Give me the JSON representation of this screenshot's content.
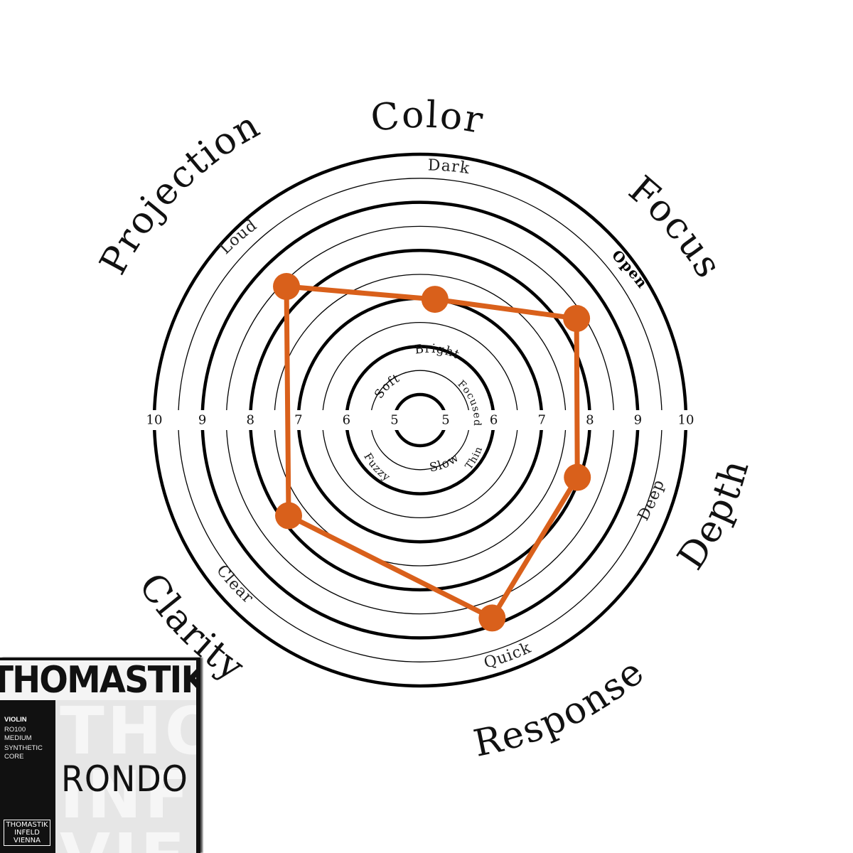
{
  "chart_data": {
    "type": "radar",
    "title": "",
    "center": [
      591,
      591
    ],
    "scale": {
      "min": 5,
      "max": 10,
      "radius_at_min": 36,
      "radius_at_max": 374
    },
    "rings": [
      5,
      5.5,
      6,
      6.5,
      7,
      7.5,
      8,
      8.5,
      9,
      9.5,
      10
    ],
    "tick_labels_left": [
      "10",
      "9",
      "8",
      "7",
      "6",
      "5"
    ],
    "tick_labels_right": [
      "5",
      "6",
      "7",
      "8",
      "9",
      "10"
    ],
    "axes": [
      {
        "name": "Color",
        "angle_deg": -83,
        "outer_pole": "Dark",
        "inner_pole": "Bright",
        "value": 7.0
      },
      {
        "name": "Focus",
        "angle_deg": -33,
        "outer_pole": "Open",
        "inner_pole": "Focused",
        "value": 8.35
      },
      {
        "name": "Depth",
        "angle_deg": 20,
        "outer_pole": "Deep",
        "inner_pole": "Thin",
        "value": 7.95
      },
      {
        "name": "Response",
        "angle_deg": 70,
        "outer_pole": "Quick",
        "inner_pole": "Slow",
        "value": 8.85
      },
      {
        "name": "Clarity",
        "angle_deg": 144,
        "outer_pole": "Clear",
        "inner_pole": "Fuzzy",
        "value": 7.85
      },
      {
        "name": "Projection",
        "angle_deg": -135,
        "outer_pole": "Loud",
        "inner_pole": "Soft",
        "value": 8.4
      }
    ],
    "series": [
      {
        "name": "Rondo",
        "color": "#d9601b",
        "values": [
          7.0,
          8.35,
          7.95,
          8.85,
          7.85,
          8.4
        ]
      }
    ],
    "legend": []
  },
  "axis_titles": {
    "color": "Color",
    "focus": "Focus",
    "depth": "Depth",
    "response": "Response",
    "clarity": "Clarity",
    "projection": "Projection"
  },
  "outer_poles": {
    "dark": "Dark",
    "open": "Open",
    "deep": "Deep",
    "quick": "Quick",
    "clear": "Clear",
    "loud": "Loud"
  },
  "inner_poles": {
    "bright": "Bright",
    "focused": "Focused",
    "thin": "Thin",
    "slow": "Slow",
    "fuzzy": "Fuzzy",
    "soft": "Soft"
  },
  "package": {
    "brand": "THOMASTIK",
    "instrument": "VIOLIN",
    "code": "RO100",
    "tension": "MEDIUM",
    "core_line1": "SYNTHETIC",
    "core_line2": "CORE",
    "product": "RONDO",
    "ghost_lines": [
      "THON",
      "INF",
      "VIE"
    ],
    "badge_lines": [
      "THOMASTIK",
      "INFELD",
      "VIENNA"
    ]
  },
  "colors": {
    "series": "#d9601b",
    "ring": "#000000",
    "background": "#ffffff"
  }
}
